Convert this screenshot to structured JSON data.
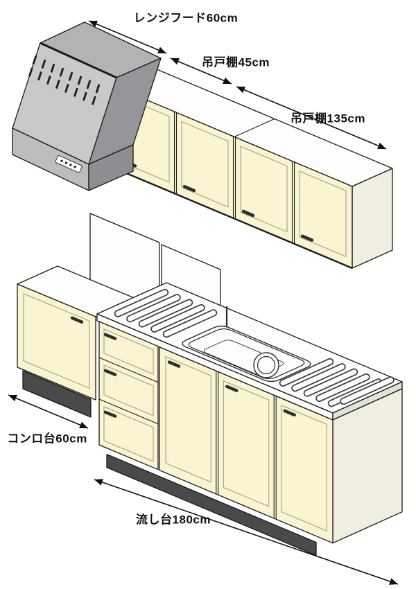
{
  "labels": {
    "range_hood": "レンジフード60cm",
    "wall_cabinet_45": "吊戸棚45cm",
    "wall_cabinet_135": "吊戸棚135cm",
    "stove_base": "コンロ台60cm",
    "sink_base": "流し台180cm"
  },
  "colors": {
    "door_cream": "#FAF4D0",
    "white_surface": "#FDFDFD",
    "side_shade": "#EFEEE0",
    "panel_side_shade": "#E2E1D8",
    "hood_top": "#B3B3B5",
    "hood_front": "#C9C9CB",
    "hood_side": "#96969A",
    "hood_band": "#BDBDBF",
    "hood_band_side": "#8E8E92",
    "kick_dark": "#4A4A4A",
    "outline": "#1A1A1A"
  }
}
